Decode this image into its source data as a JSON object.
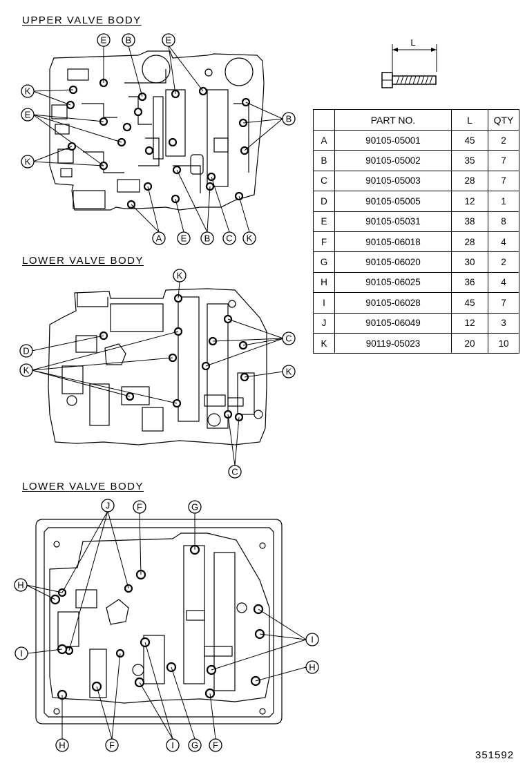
{
  "titles": {
    "upper": "UPPER VALVE BODY",
    "lower1": "LOWER VALVE BODY",
    "lower2": "LOWER VALVE BODY"
  },
  "bolt_dimension_label": "L",
  "table": {
    "headers": {
      "part_no": "PART NO.",
      "l": "L",
      "qty": "QTY"
    },
    "rows": [
      {
        "key": "A",
        "part": "90105-05001",
        "l": "45",
        "qty": "2"
      },
      {
        "key": "B",
        "part": "90105-05002",
        "l": "35",
        "qty": "7"
      },
      {
        "key": "C",
        "part": "90105-05003",
        "l": "28",
        "qty": "7"
      },
      {
        "key": "D",
        "part": "90105-05005",
        "l": "12",
        "qty": "1"
      },
      {
        "key": "E",
        "part": "90105-05031",
        "l": "38",
        "qty": "8"
      },
      {
        "key": "F",
        "part": "90105-06018",
        "l": "28",
        "qty": "4"
      },
      {
        "key": "G",
        "part": "90105-06020",
        "l": "30",
        "qty": "2"
      },
      {
        "key": "H",
        "part": "90105-06025",
        "l": "36",
        "qty": "4"
      },
      {
        "key": "I",
        "part": "90105-06028",
        "l": "45",
        "qty": "7"
      },
      {
        "key": "J",
        "part": "90105-06049",
        "l": "12",
        "qty": "3"
      },
      {
        "key": "K",
        "part": "90119-05023",
        "l": "20",
        "qty": "10"
      }
    ]
  },
  "callouts": {
    "upper": [
      "E",
      "B",
      "E",
      "K",
      "B",
      "E",
      "K",
      "A",
      "E",
      "B",
      "C",
      "K"
    ],
    "lower1": [
      "K",
      "C",
      "D",
      "K",
      "K",
      "C"
    ],
    "lower2": [
      "J",
      "F",
      "G",
      "H",
      "I",
      "I",
      "H",
      "H",
      "F",
      "I",
      "G",
      "F"
    ]
  },
  "figure_number": "351592"
}
